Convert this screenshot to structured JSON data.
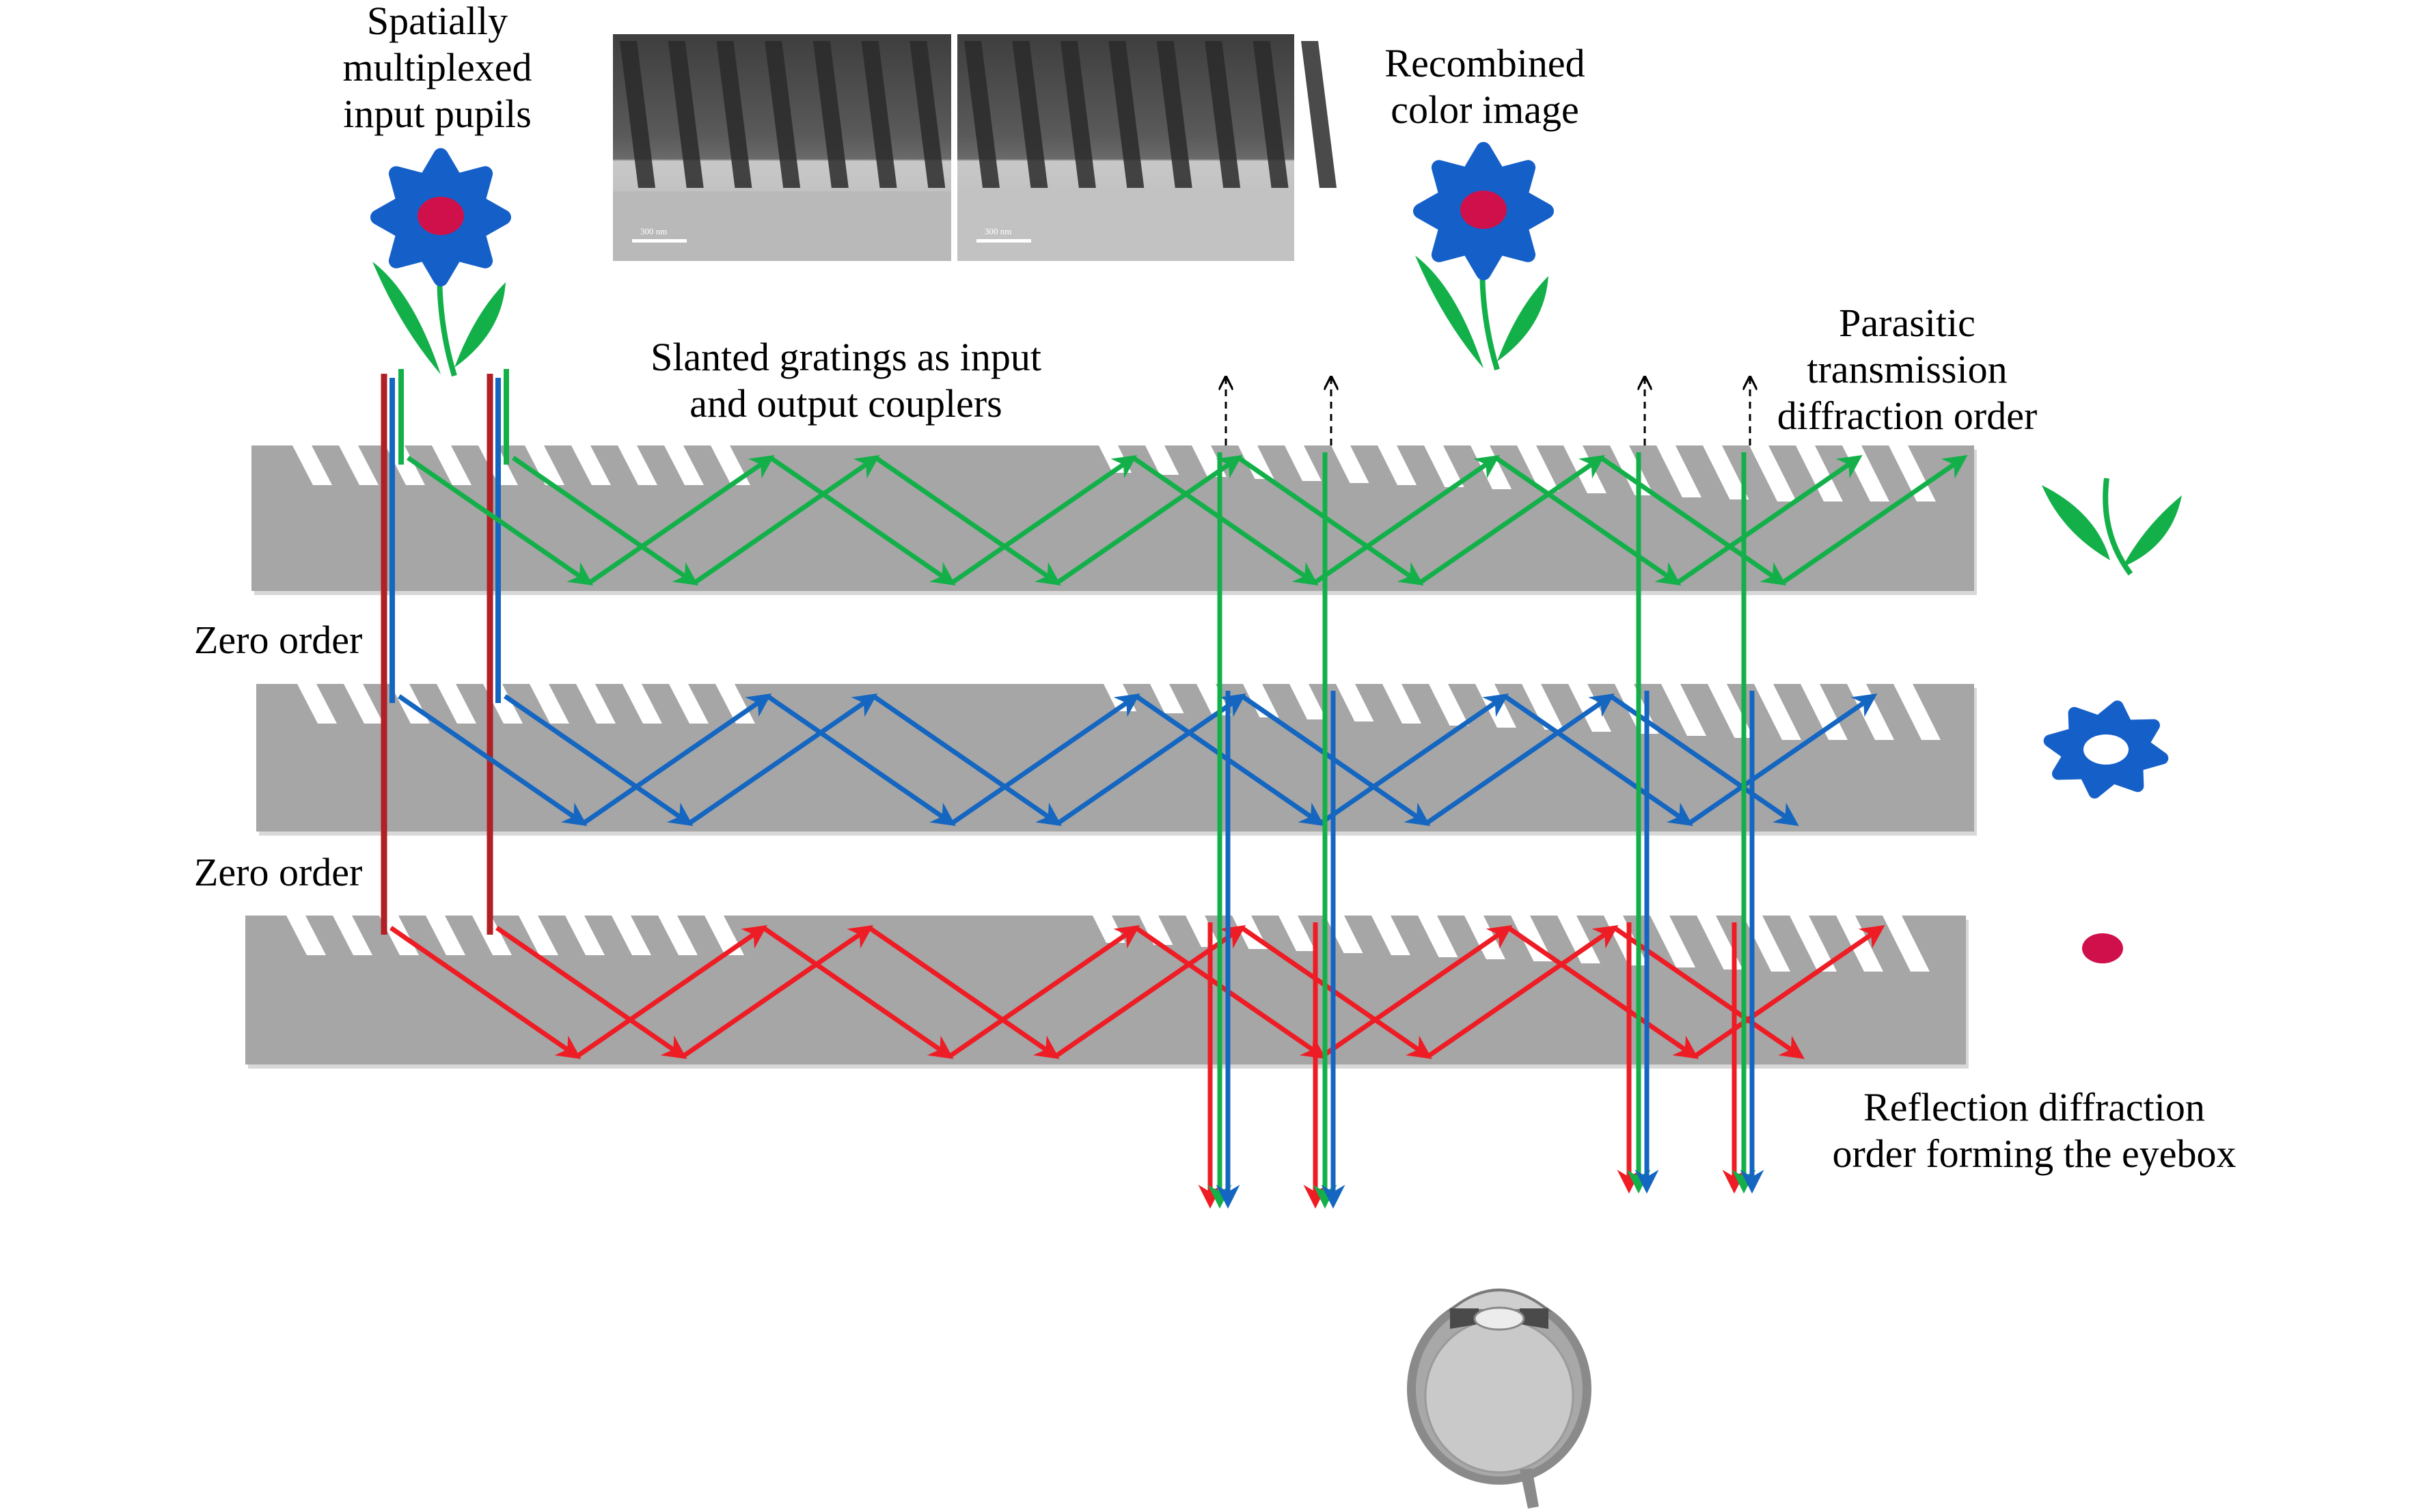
{
  "figure": {
    "title": "Waveguide combiner with slanted gratings (RGB stacked waveguides)",
    "colors": {
      "red": "#ee1c24",
      "dark_red": "#b02025",
      "green": "#13b04a",
      "blue": "#1466c0",
      "slab_gray": "#a6a6a6",
      "flower_blue": "#1560c8",
      "flower_center": "#d0104a",
      "eye_gray": "#c8c8c8",
      "dashed_arrow": "#000000"
    }
  },
  "labels": {
    "input_pupils": [
      "Spatially",
      "multiplexed",
      "input pupils"
    ],
    "recombined": [
      "Recombined",
      "color image"
    ],
    "slanted": [
      "Slanted gratings as input",
      "and output couplers"
    ],
    "parasitic": [
      "Parasitic",
      "transmission",
      "diffraction order"
    ],
    "zero_order_1": "Zero order",
    "zero_order_2": "Zero order",
    "reflection": [
      "Reflection diffraction",
      "order forming the eyebox"
    ]
  },
  "sem_images": [
    {
      "name": "sem-image-left",
      "scale_bar": "300 nm"
    },
    {
      "name": "sem-image-right",
      "scale_bar": "300 nm"
    }
  ],
  "waveguides": [
    {
      "name": "green-waveguide",
      "color_key": "green",
      "output_icon": "leaves-icon"
    },
    {
      "name": "blue-waveguide",
      "color_key": "blue",
      "output_icon": "petals-icon"
    },
    {
      "name": "red-waveguide",
      "color_key": "red",
      "output_icon": "red-dot-icon"
    }
  ],
  "icons": {
    "input_flower": "flower-icon",
    "recombined_flower": "flower-icon",
    "eye": "eye-icon"
  }
}
